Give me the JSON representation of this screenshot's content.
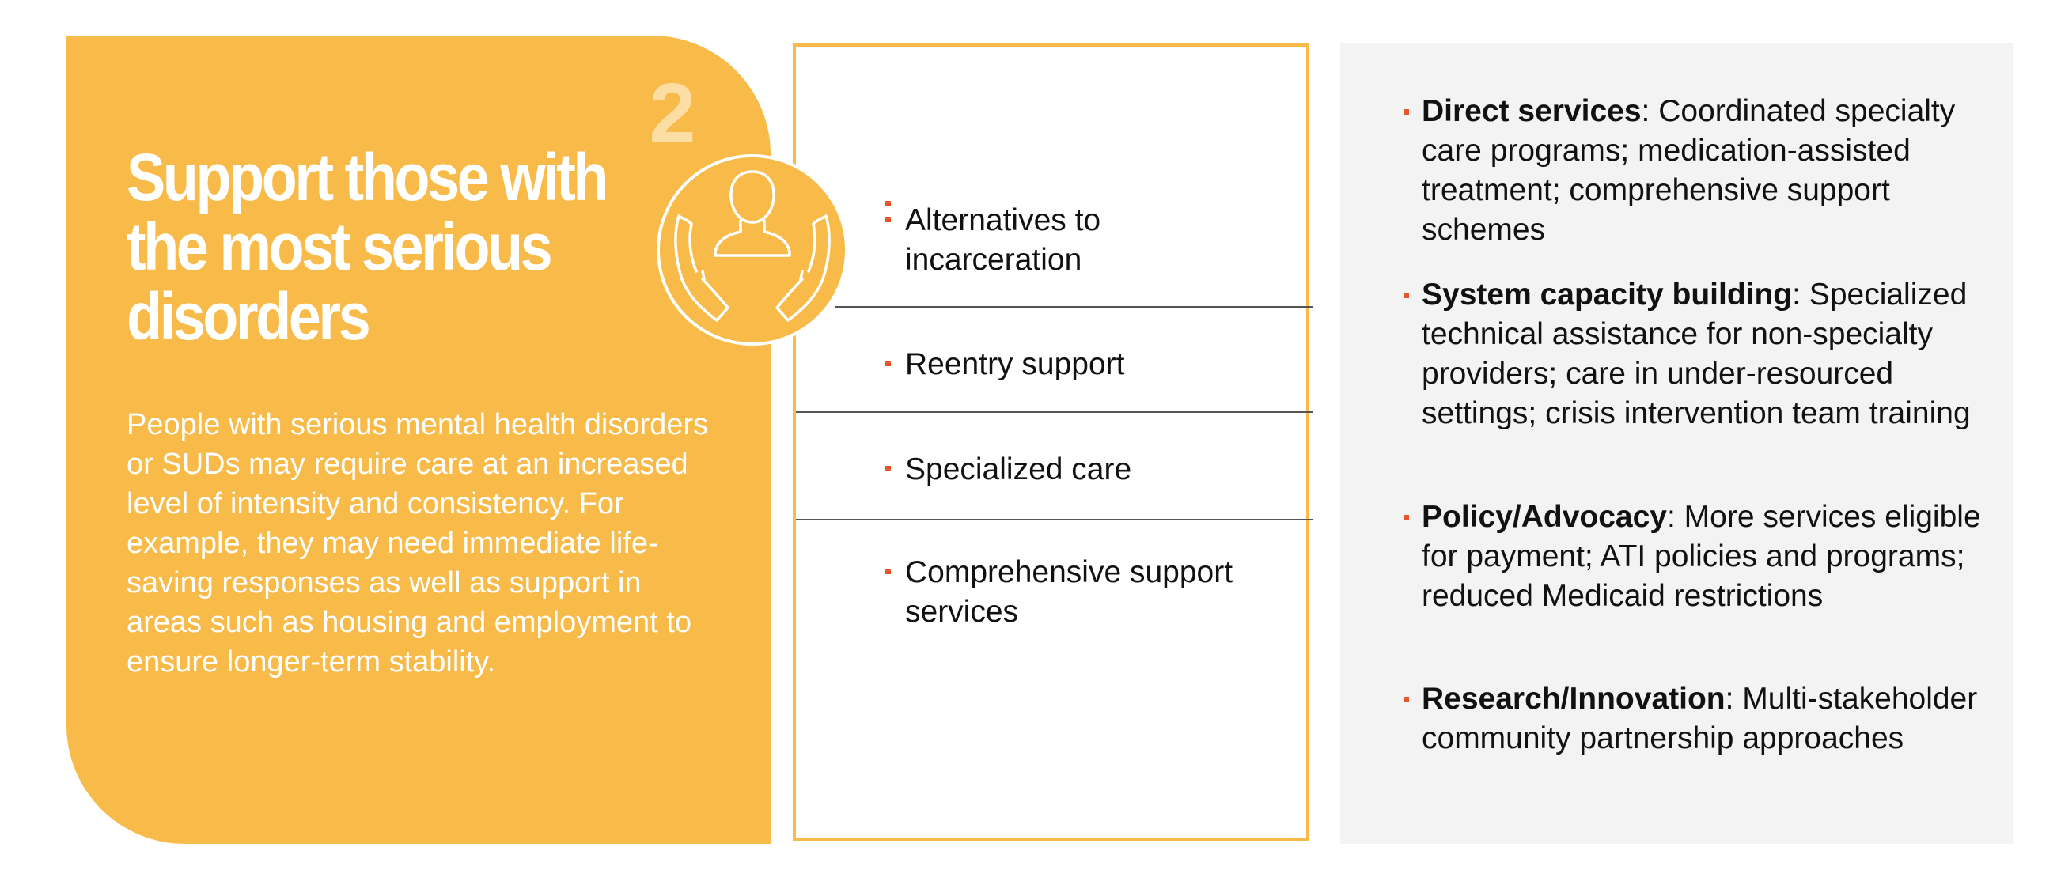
{
  "step_number": "2",
  "left": {
    "title": "Support those with the most serious disorders",
    "body": "People with serious mental health disorders or SUDs may require care at an increased level of intensity and consistency. For example, they may need immediate life-saving responses as well as support in areas such as housing and employment to ensure longer-term stability."
  },
  "icon": "person-with-supporting-hands-icon",
  "middle": {
    "items": [
      "Alternatives to incarceration",
      "Reentry support",
      "Specialized care",
      "Comprehensive support services"
    ]
  },
  "right": {
    "items": [
      {
        "heading": "Direct services",
        "text": ": Coordinated specialty care programs; medication-assisted treatment; comprehensive support schemes"
      },
      {
        "heading": "System capacity building",
        "text": ": Specialized technical assistance for non-specialty providers; care in under-resourced settings; crisis intervention team training"
      },
      {
        "heading": "Policy/Advocacy",
        "text": ": More services eligible for payment; ATI policies and programs; reduced Medicaid restrictions"
      },
      {
        "heading": "Research/Innovation",
        "text": ": Multi-stakeholder community partnership approaches"
      }
    ]
  },
  "colors": {
    "accent_yellow": "#F8BA48",
    "bullet_orange": "#E8572A",
    "right_panel_bg": "#F3F3F3"
  }
}
